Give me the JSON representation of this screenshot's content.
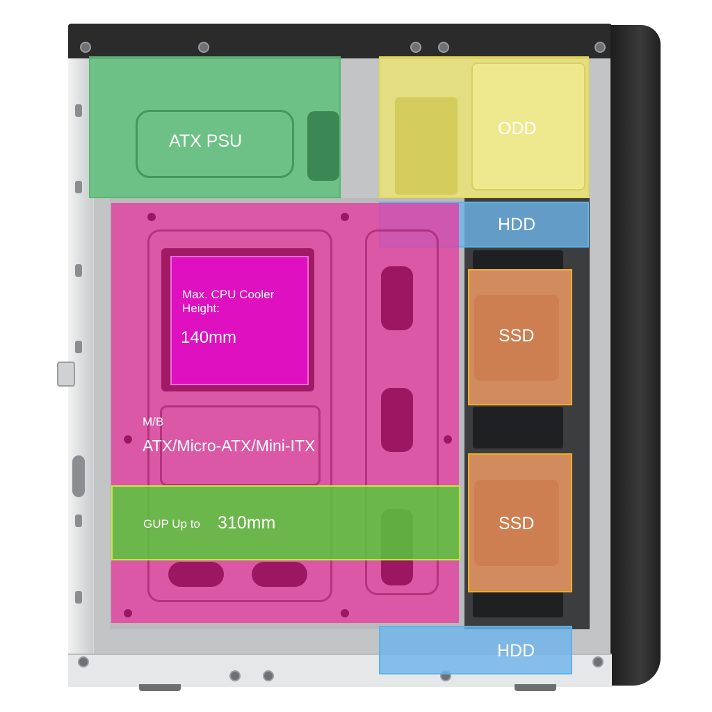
{
  "labels": {
    "psu": "ATX PSU",
    "odd": "ODD",
    "hdd_top": "HDD",
    "cpu_title": "Max. CPU Cooler Height:",
    "cpu_value": "140mm",
    "mb_prefix": "M/B",
    "mb_value": "ATX/Micro-ATX/Mini-ITX",
    "gpu_prefix": "GUP Up to",
    "gpu_value": "310mm",
    "ssd_1": "SSD",
    "ssd_2": "SSD",
    "hdd_bottom": "HDD"
  },
  "colors": {
    "psu_zone": "#4cbe6e",
    "odd_zone": "#ece66e",
    "hdd_zone": "#6eb4eb",
    "mb_zone": "#e63ca0",
    "cpu_zone": "#de10c0",
    "gpu_zone": "#58c83c",
    "ssd_zone": "#e69664"
  }
}
